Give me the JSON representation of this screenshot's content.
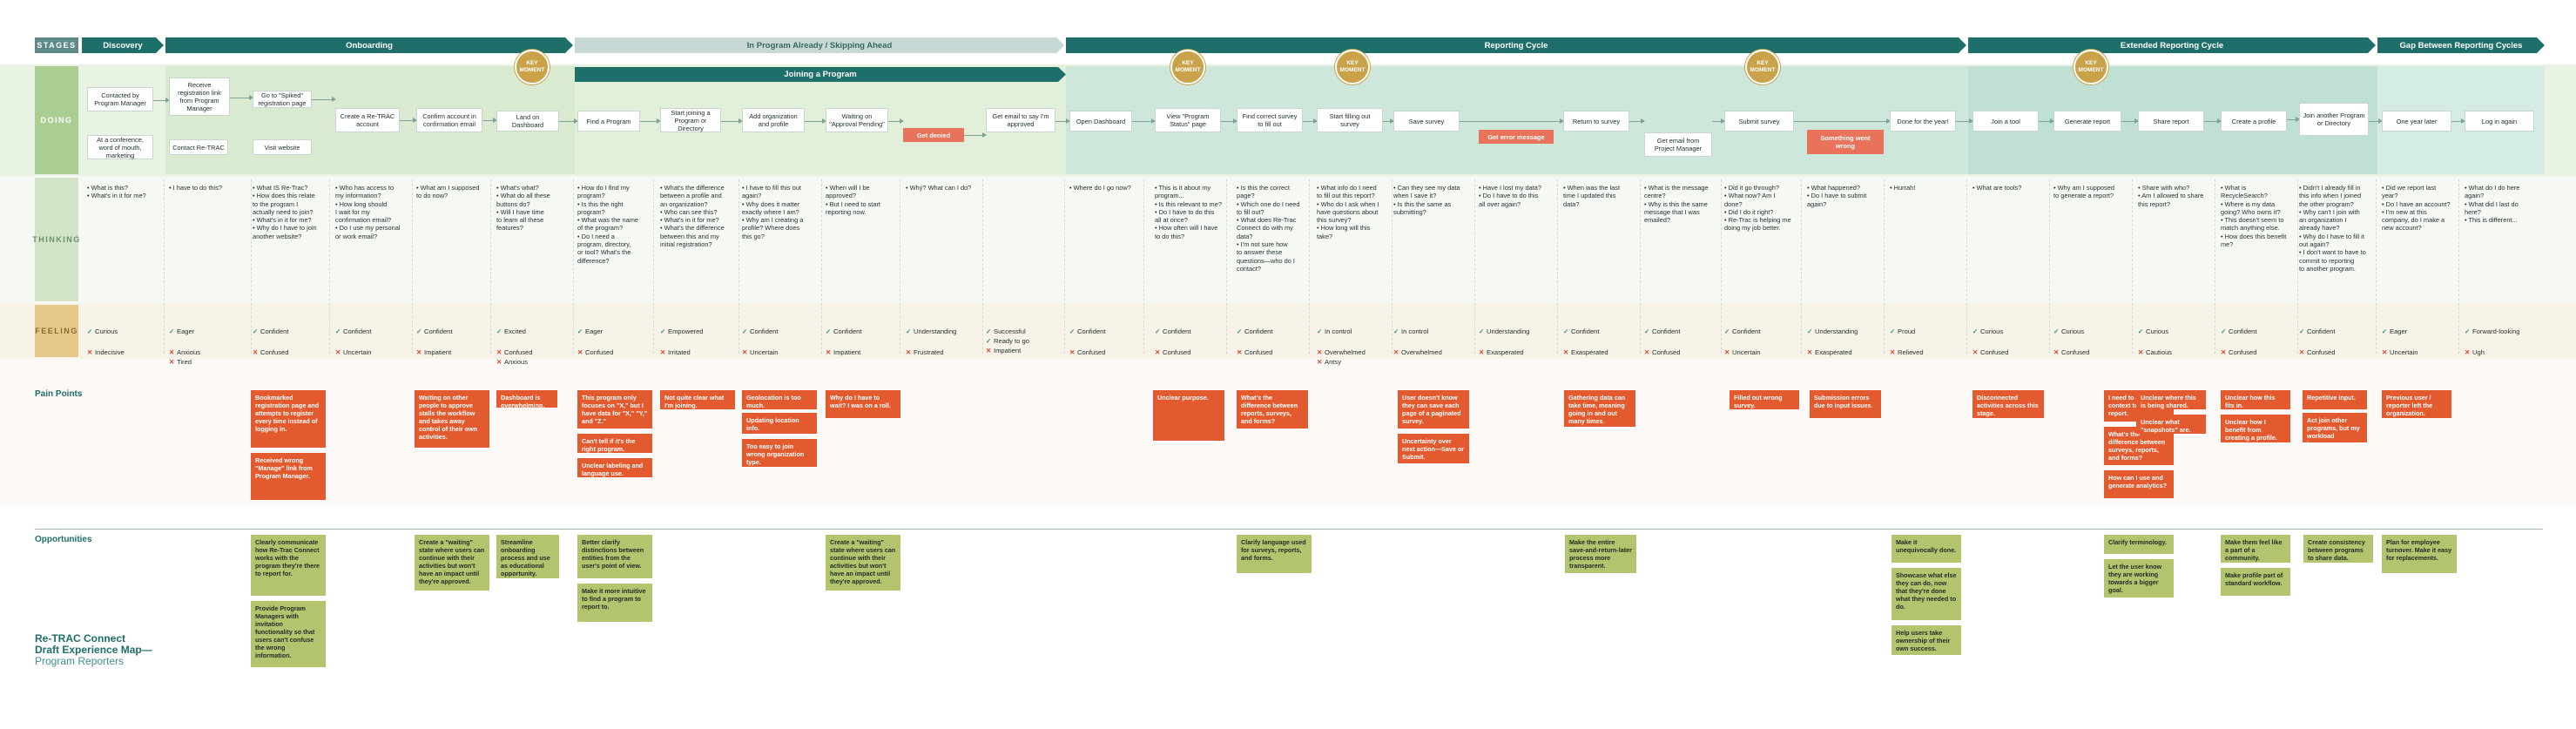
{
  "lanes": {
    "stages": "STAGES",
    "doing": "DOING",
    "thinking": "THINKING",
    "feeling": "FEELING"
  },
  "sections": {
    "pain_points": "Pain Points",
    "opportunities": "Opportunities"
  },
  "title": {
    "line1": "Re-TRAC Connect",
    "line2": "Draft Experience Map—",
    "line3": "Program Reporters"
  },
  "colors": {
    "stage_dark": "#1e6e6a",
    "stage_light": "#c6d9d6",
    "doing_lane": "#a9cd93",
    "pain": "#e35a2e",
    "opportunity": "#b3c46e",
    "key_moment": "#c9a24a"
  },
  "stages": [
    {
      "label": "Discovery"
    },
    {
      "label": "Onboarding"
    },
    {
      "label": "In Program Already / Skipping Ahead"
    },
    {
      "label": "Reporting Cycle"
    },
    {
      "label": "Extended Reporting Cycle"
    },
    {
      "label": "Gap Between Reporting Cycles"
    }
  ],
  "substage": {
    "label": "Joining a Program"
  },
  "key_moments": [
    "KEY MOMENT",
    "KEY MOMENT",
    "KEY MOMENT",
    "KEY MOMENT",
    "KEY MOMENT"
  ],
  "doing": [
    "Contacted by Program Manager",
    "At a conference, word of mouth, marketing",
    "Receive registration link from Program Manager",
    "Go to \"Spiked\" registration page",
    "Contact Re-TRAC",
    "Visit website",
    "Create a Re-TRAC account",
    "Confirm account in confirmation email",
    "Land on Dashboard",
    "Find a Program",
    "Start joining a Program or Directory",
    "Add organization and profile",
    "Waiting on \"Approval Pending\"",
    "Get denied",
    "Get email to say I'm approved",
    "Open Dashboard",
    "View \"Program Status\" page",
    "Find correct survey to fill out",
    "Start filling out survey",
    "Save survey",
    "Get error message",
    "Return to survey",
    "Get email from Project Manager",
    "Submit survey",
    "Something went wrong",
    "Done for the year!",
    "Join a tool",
    "Generate report",
    "Share report",
    "Create a profile",
    "Join another Program or Directory",
    "One year later",
    "Log in again"
  ],
  "thinking": [
    [
      "• What is this?",
      "• What's in it for me?"
    ],
    [
      "• I have to do this?"
    ],
    [
      "• What IS Re-Trac?",
      "• How does this relate",
      "  to the program I",
      "  actually need to join?",
      "• What's in it for me?",
      "• Why do I have to join",
      "  another website?"
    ],
    [
      "• Who has access to",
      "  my information?",
      "• How long should",
      "  I wait for my",
      "  confirmation email?",
      "• Do I use my personal",
      "  or work email?"
    ],
    [
      "• What am I supposed",
      "  to do now?"
    ],
    [
      "• What's what?",
      "• What do all these",
      "  buttons do?",
      "• Will I have time",
      "  to learn all these",
      "  features?"
    ],
    [
      "• How do I find my",
      "  program?",
      "• Is this the right",
      "  program?",
      "• What was the name",
      "  of the program?",
      "• Do I need a",
      "  program, directory,",
      "  or tool? What's the",
      "  difference?"
    ],
    [
      "• What's the difference",
      "  between a profile and",
      "  an organization?",
      "• Who can see this?",
      "• What's in it for me?",
      "• What's the difference",
      "  between this and my",
      "  initial registration?"
    ],
    [
      "• I have to fill this out",
      "  again?",
      "• Why does it matter",
      "  exactly where I am?",
      "• Why am I creating a",
      "  profile? Where does",
      "  this go?"
    ],
    [
      "• When will I be",
      "  approved?",
      "• But I need to start",
      "  reporting now."
    ],
    [
      "• Why? What can I do?"
    ],
    [
      "• Where do I go now?"
    ],
    [
      "• This is it about my",
      "  program...",
      "• Is this relevant to me?",
      "• Do I have to do this",
      "  all at once?",
      "• How often will I have",
      "  to do this?"
    ],
    [
      "• Is this the correct",
      "  page?",
      "• Which one do I need",
      "  to fill out?",
      "• What does Re-Trac",
      "  Connect do with my",
      "  data?",
      "• I'm not sure how",
      "  to answer these",
      "  questions—who do I",
      "  contact?"
    ],
    [
      "• What info do I need",
      "  to fill out this report?",
      "• Who do I ask when I",
      "  have questions about",
      "  this survey?",
      "• How long will this",
      "  take?"
    ],
    [
      "• Can they see my data",
      "  when I save it?",
      "• Is this the same as",
      "  submitting?"
    ],
    [
      "• Have I lost my data?",
      "• Do I have to do this",
      "  all over again?"
    ],
    [
      "• When was the last",
      "  time I updated this",
      "  data?"
    ],
    [
      "• What is the message",
      "  centre?",
      "• Why is this the same",
      "  message that I was",
      "  emailed?"
    ],
    [
      "• Did it go through?",
      "• What now? Am I",
      "  done?",
      "• Did I do it right?",
      "• Re-Trac is helping me",
      "  doing my job better."
    ],
    [
      "• What happened?",
      "• Do I have to submit",
      "  again?"
    ],
    [
      "• Hurrah!"
    ],
    [
      "• What are tools?"
    ],
    [
      "• Why am I supposed",
      "  to generate a report?"
    ],
    [
      "• Share with who?",
      "• Am I allowed to share",
      "  this report?"
    ],
    [
      "• What is",
      "  RecycleSearch?",
      "• Where is my data",
      "  going? Who owns it?",
      "• This doesn't seem to",
      "  match anything else.",
      "• How does this benefit",
      "  me?"
    ],
    [
      "• Didn't I already fill in",
      "  this info when I joined",
      "  the other program?",
      "• Why can't I join with",
      "  an organization I",
      "  already have?",
      "• Why do I have to fill it",
      "  out again?",
      "• I don't want to have to",
      "  commit to reporting",
      "  to another program."
    ],
    [
      "• Did we report last",
      "  year?",
      "• Do I have an account?",
      "• I'm new at this",
      "  company, do I make a",
      "  new account?"
    ],
    [
      "• What do I do here",
      "  again?",
      "• What did I last do",
      "  here?",
      "• This is different..."
    ]
  ],
  "feeling": [
    {
      "pos": "Curious",
      "neg": "Indecisive"
    },
    {
      "pos": "Eager",
      "neg": "Anxious",
      "neg2": "Tired"
    },
    {
      "pos": "Confident",
      "neg": "Confused"
    },
    {
      "pos": "Confident",
      "neg": "Uncertain"
    },
    {
      "pos": "Confident",
      "neg": "Impatient"
    },
    {
      "pos": "Excited",
      "neg": "Confused",
      "neg2": "Anxious"
    },
    {
      "pos": "Eager",
      "neg": "Confused"
    },
    {
      "pos": "Empowered",
      "neg": "Irritated"
    },
    {
      "pos": "Confident",
      "neg": "Uncertain"
    },
    {
      "pos": "Confident",
      "neg": "Impatient"
    },
    {
      "pos": "Understanding",
      "neg": "Frustrated"
    },
    {
      "pos": "Successful",
      "pos2": "Ready to go",
      "neg": "Impatient"
    },
    {
      "pos": "Confident",
      "neg": "Confused"
    },
    {
      "pos": "Confident",
      "neg": "Confused"
    },
    {
      "pos": "Confident",
      "neg": "Confused"
    },
    {
      "pos": "In control",
      "neg": "Overwhelmed",
      "neg2": "Antsy"
    },
    {
      "pos": "In control",
      "neg": "Overwhelmed"
    },
    {
      "pos": "Understanding",
      "neg": "Exasperated"
    },
    {
      "pos": "Confident",
      "neg": "Exasperated"
    },
    {
      "pos": "Confident",
      "neg": "Confused"
    },
    {
      "pos": "Confident",
      "neg": "Uncertain"
    },
    {
      "pos": "Understanding",
      "neg": "Exasperated"
    },
    {
      "pos": "Proud",
      "neg": "Relieved"
    },
    {
      "pos": "Curious",
      "neg": "Confused"
    },
    {
      "pos": "Curious",
      "neg": "Confused"
    },
    {
      "pos": "Curious",
      "neg": "Cautious"
    },
    {
      "pos": "Confident",
      "neg": "Confused"
    },
    {
      "pos": "Confident",
      "neg": "Confused"
    },
    {
      "pos": "Eager",
      "neg": "Uncertain"
    },
    {
      "pos": "Forward-looking",
      "neg": "Ugh"
    }
  ],
  "pain_points": [
    "Bookmarked registration page and attempts to register every time instead of logging in.",
    "Received wrong \"Manage\" link from Program Manager.",
    "Waiting on other people to approve stalls the workflow and takes away control of their own activities.",
    "Dashboard is overwhelming.",
    "This program only focuses on \"X,\" but I have data for \"X,\" \"Y,\" and \"Z.\"",
    "Can't tell if it's the right program.",
    "Unclear labeling and language use.",
    "Not quite clear what I'm joining.",
    "Geolocation is too much.",
    "Updating location info.",
    "Too easy to join wrong organization type.",
    "Why do I have to wait? I was on a roll.",
    "Unclear purpose.",
    "What's the difference between reports, surveys, and forms?",
    "User doesn't know they can save each page of a paginated survey.",
    "Uncertainty over next action—Save or Submit.",
    "Gathering data can take time, meaning going in and out many times.",
    "Filled out wrong survey.",
    "Submission errors due to input issues.",
    "Disconnected activities across this stage.",
    "I need to add context to my report.",
    "What's the difference between surveys, reports, and forms?",
    "How can I use and generate analytics?",
    "Unclear where this is being shared.",
    "Unclear what \"snapshots\" are.",
    "Unclear how this fits in.",
    "Unclear how I benefit from creating a profile.",
    "Repetitive input.",
    "Act join other programs, but my workload increases.",
    "Previous user / reporter left the organization."
  ],
  "opportunities": [
    "Clearly communicate how Re-Trac Connect works with the program they're there to report for.",
    "Provide Program Managers with invitation functionality so that users can't confuse the wrong information.",
    "Create a \"waiting\" state where users can continue with their activities but won't have an impact until they're approved.",
    "Streamline onboarding process and use as educational opportunity.",
    "Better clarify distinctions between entities from the user's point of view.",
    "Make it more intuitive to find a program to report to.",
    "Create a \"waiting\" state where users can continue with their activities but won't have an impact until they're approved.",
    "Clarify language used for surveys, reports, and forms.",
    "Make the entire save-and-return-later process more transparent.",
    "Make it unequivocally done.",
    "Showcase what else they can do, now that they're done what they needed to do.",
    "Help users take ownership of their own success.",
    "Clarify terminology.",
    "Let the user know they are working towards a bigger goal.",
    "Make them feel like a part of a community.",
    "Make profile part of standard workflow.",
    "Create consistency between programs to share data.",
    "Plan for employee turnover. Make it easy for replacements."
  ]
}
